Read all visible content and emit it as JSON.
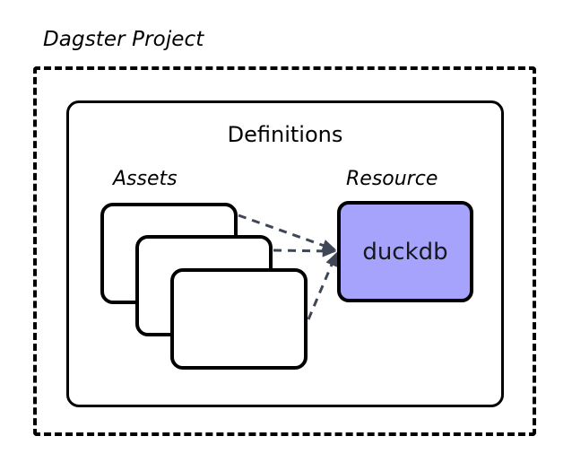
{
  "diagram": {
    "title": "Dagster Project",
    "container": {
      "label": "Definitions"
    },
    "groups": [
      {
        "name": "assets-group",
        "label": "Assets"
      },
      {
        "name": "resource-group",
        "label": "Resource"
      }
    ],
    "assets": {
      "label": "Assets",
      "cards": [
        {
          "label": ""
        },
        {
          "label": ""
        },
        {
          "label": ""
        }
      ]
    },
    "resource": {
      "label": "Resource",
      "name": "duckdb",
      "fill_color": "#a5a3fb",
      "border_color": "#000000"
    },
    "connectors": {
      "style": "dashed",
      "color": "#3f4756",
      "arrowhead": "filled-triangle",
      "count": 3,
      "description": "Each asset depends on the duckdb resource"
    },
    "colors": {
      "outline": "#000000",
      "background": "#ffffff",
      "resource_fill": "#a5a3fb",
      "connector": "#3f4756"
    }
  }
}
